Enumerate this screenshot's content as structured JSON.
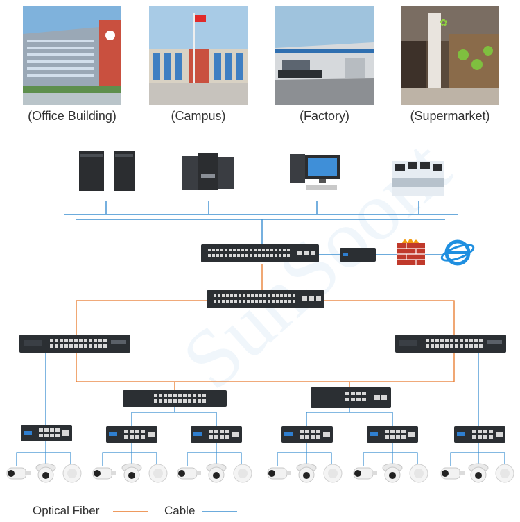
{
  "sites": [
    {
      "name": "(Office Building)",
      "icon": "office-building-photo"
    },
    {
      "name": "(Campus)",
      "icon": "campus-photo"
    },
    {
      "name": "(Factory)",
      "icon": "factory-photo"
    },
    {
      "name": "(Supermarket)",
      "icon": "supermarket-photo"
    }
  ],
  "watermark": "SunSoont",
  "legend": {
    "fiber_label": "Optical Fiber",
    "cable_label": "Cable",
    "fiber_color": "#e8782a",
    "cable_color": "#3b8fd1"
  },
  "colors": {
    "switch_body": "#2b2f33",
    "switch_port": "#d8d8d8",
    "camera_white": "#f2f2f2",
    "firewall": "#c0392b",
    "internet_icon": "#1f8fe0"
  }
}
